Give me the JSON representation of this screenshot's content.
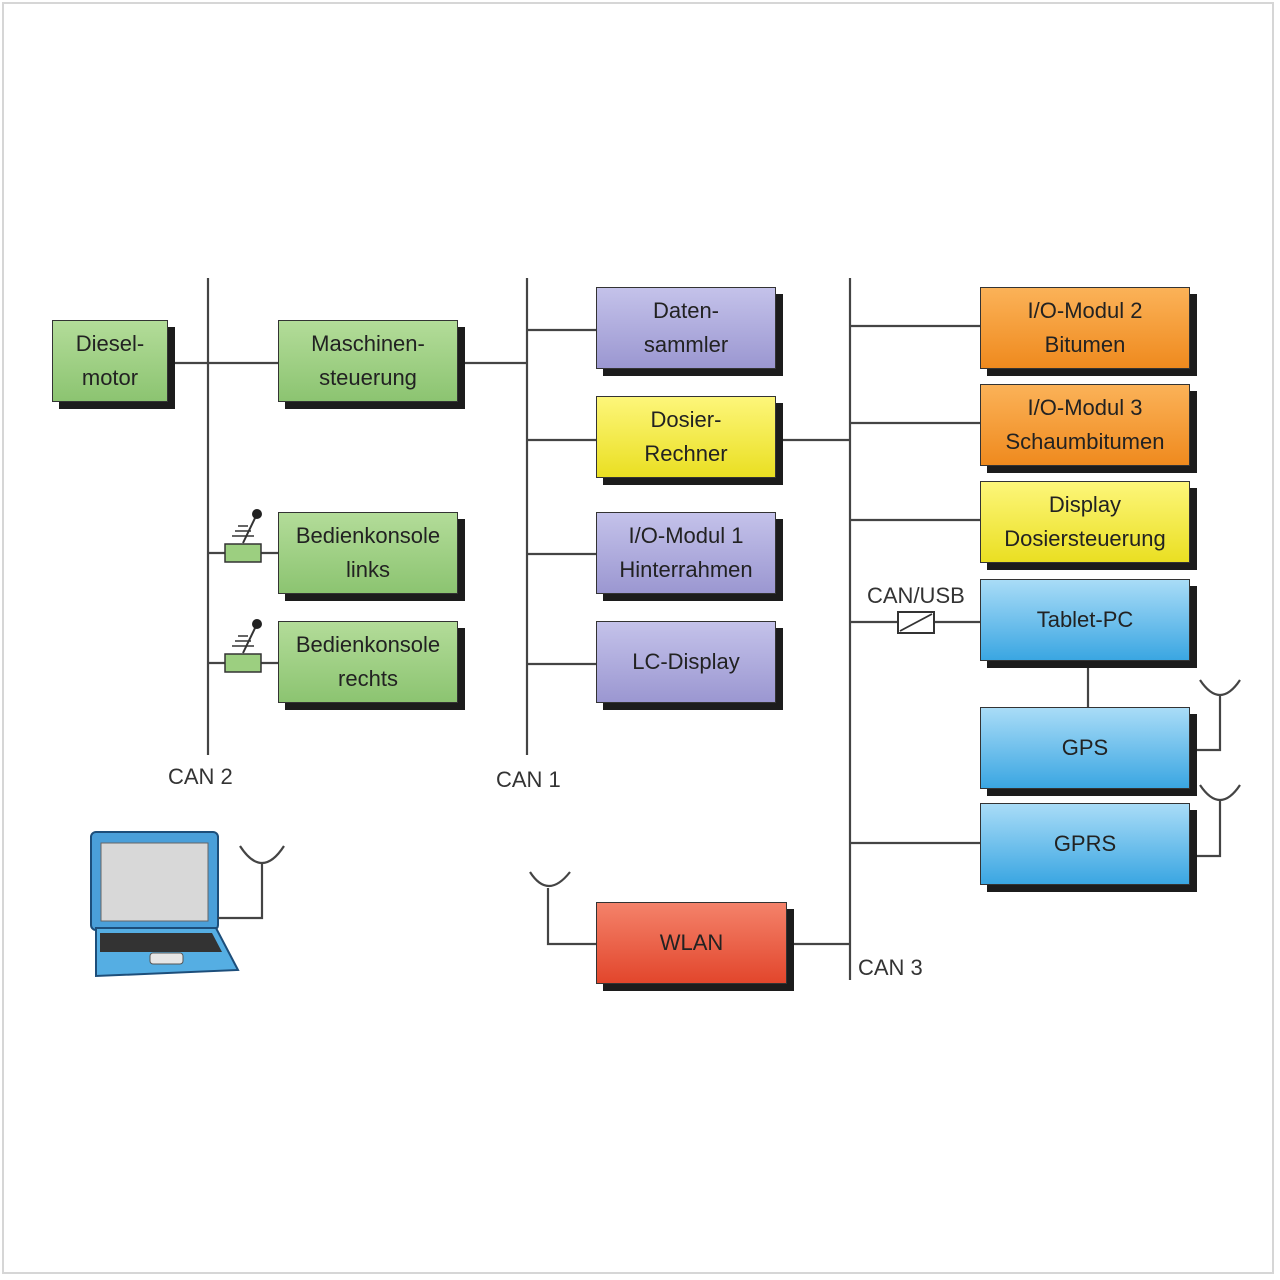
{
  "buses": {
    "can1": "CAN 1",
    "can2": "CAN 2",
    "can3": "CAN 3"
  },
  "converter_label": "CAN/USB",
  "nodes": {
    "dieselmotor": [
      "Diesel-",
      "motor"
    ],
    "maschinensteuerung": [
      "Maschinen-",
      "steuerung"
    ],
    "bedienkonsole_links": [
      "Bedienkonsole",
      "links"
    ],
    "bedienkonsole_rechts": [
      "Bedienkonsole",
      "rechts"
    ],
    "datensammler": [
      "Daten-",
      "sammler"
    ],
    "dosierrechner": [
      "Dosier-",
      "Rechner"
    ],
    "io_modul_1": [
      "I/O-Modul 1",
      "Hinterrahmen"
    ],
    "lc_display": [
      "LC-Display"
    ],
    "io_modul_2": [
      "I/O-Modul 2",
      "Bitumen"
    ],
    "io_modul_3": [
      "I/O-Modul 3",
      "Schaumbitumen"
    ],
    "display_dosiersteuerung": [
      "Display",
      "Dosiersteuerung"
    ],
    "tablet_pc": [
      "Tablet-PC"
    ],
    "gps": [
      "GPS"
    ],
    "gprs": [
      "GPRS"
    ],
    "wlan": [
      "WLAN"
    ]
  },
  "colors": {
    "green": "#9ccf80",
    "purple": "#aeabdd",
    "yellow": "#f3ea45",
    "orange": "#f39a35",
    "blue": "#5cb7e8",
    "red": "#e9583d"
  },
  "icons": [
    "joystick-icon",
    "antenna-icon",
    "laptop-icon",
    "converter-icon"
  ]
}
